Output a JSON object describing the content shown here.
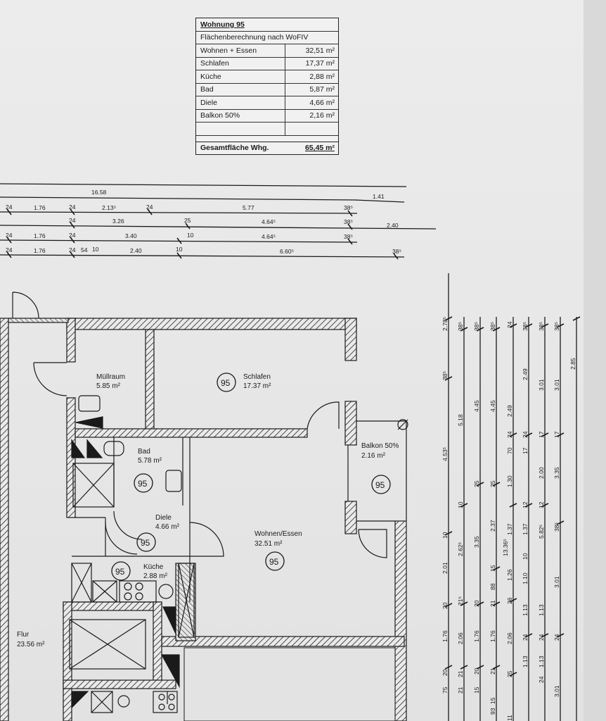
{
  "area_table": {
    "title": "Wohnung 95",
    "subtitle": "Flächenberechnung nach WoFIV",
    "rows": [
      {
        "label": "Wohnen + Essen",
        "value": "32,51 m²"
      },
      {
        "label": "Schlafen",
        "value": "17,37 m²"
      },
      {
        "label": "Küche",
        "value": "2,88 m²"
      },
      {
        "label": "Bad",
        "value": "5,87 m²"
      },
      {
        "label": "Diele",
        "value": "4,66 m²"
      },
      {
        "label": "Balkon 50%",
        "value": "2,16 m²"
      }
    ],
    "total_label": "Gesamtfläche Whg.",
    "total_value": "65,45 m²"
  },
  "rooms": {
    "muellraum": {
      "name": "Müllraum",
      "area": "5.85 m²"
    },
    "schlafen": {
      "name": "Schlafen",
      "area": "17.37 m²",
      "unit": "95"
    },
    "bad": {
      "name": "Bad",
      "area": "5.78 m²",
      "unit": "95"
    },
    "balkon": {
      "name": "Balkon 50%",
      "area": "2.16 m²",
      "unit": "95"
    },
    "diele": {
      "name": "Diele",
      "area": "4.66 m²",
      "unit": "95"
    },
    "wohnen": {
      "name": "Wohnen/Essen",
      "area": "32.51 m²",
      "unit": "95"
    },
    "kueche": {
      "name": "Küche",
      "area": "2.88 m²",
      "unit": "95"
    },
    "flur": {
      "name": "Flur",
      "area": "23.56 m²"
    }
  },
  "top_dimensions": {
    "row1": [
      "16.58",
      "1.41"
    ],
    "row2": [
      "24",
      "1.76",
      "24",
      "2.13⁵",
      "24",
      "5.77",
      "38⁵"
    ],
    "row3": [
      "24",
      "3.26",
      "25",
      "4.64⁵",
      "38⁵",
      "2.40"
    ],
    "row4": [
      "24",
      "1.76",
      "24",
      "3.40",
      "10",
      "4.64⁵",
      "38⁵"
    ],
    "row5": [
      "24",
      "1.76",
      "24",
      "54",
      "10",
      "2.40",
      "10",
      "6.60⁵",
      "38⁵"
    ]
  },
  "side_dimensions": {
    "col1": [
      "2.78⁵",
      "38⁵",
      "4.53⁵",
      "10",
      "2.01",
      "20",
      "1.76",
      "20",
      "75"
    ],
    "col2": [
      "38⁵",
      "5.18",
      "10",
      "2.62⁵",
      "21⁵",
      "2.06",
      "21",
      "21"
    ],
    "col3": [
      "38⁵",
      "4.45",
      "25",
      "3.35",
      "20",
      "1.76",
      "20",
      "15"
    ],
    "col4": [
      "38⁵",
      "4.45",
      "25",
      "2.37",
      "15",
      "88",
      "21",
      "1.76",
      "21",
      "15",
      "93"
    ],
    "col5": [
      "24",
      "2.49",
      "24",
      "70",
      "1.30",
      "13.36⁵",
      "1.37",
      "1.26",
      "26",
      "2.06",
      "25",
      "11"
    ],
    "col6": [
      "38⁵",
      "2.49",
      "24",
      "17",
      "12",
      "1.37",
      "10",
      "1.10",
      "1.13",
      "24",
      "1.13"
    ],
    "col7": [
      "38⁵",
      "3.01",
      "17",
      "2.00",
      "12",
      "5.82⁵",
      "1.13",
      "24",
      "1.13",
      "24"
    ],
    "col8": [
      "38⁵",
      "3.01",
      "17",
      "3.35",
      "38⁵",
      "3.01",
      "24",
      "3.01"
    ],
    "col9": [
      "2.85"
    ]
  }
}
